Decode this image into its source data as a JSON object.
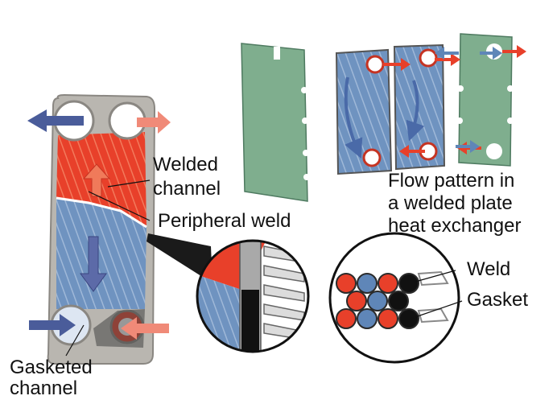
{
  "labels": {
    "welded_channel": [
      "Welded",
      "channel"
    ],
    "peripheral_weld": "Peripheral weld",
    "flow_pattern": [
      "Flow pattern in",
      "a welded plate",
      "heat exchanger"
    ],
    "weld": "Weld",
    "gasket": "Gasket",
    "gasketed_channel": [
      "Gasketed",
      "channel"
    ]
  },
  "colors": {
    "plate_green": "#7fae8e",
    "hot_red": "#e8402a",
    "cold_blue": "#5f86b8",
    "frame_grey": "#b9b6b0",
    "arrow_blue": "#4a5c9a",
    "arrow_pink": "#f08a78",
    "gasket_black": "#111111"
  }
}
